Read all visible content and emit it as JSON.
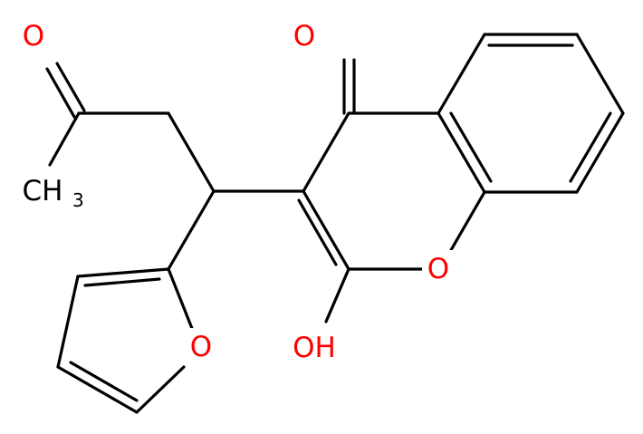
{
  "labels": {
    "ketone_o_top": "O",
    "chromone_o_carbonyl": "O",
    "ring_o": "O",
    "furan_o": "O",
    "hydroxyl": "OH",
    "methyl_c": "CH",
    "methyl_sub": "3"
  },
  "colors": {
    "bond": "#000000",
    "oxygen": "#ff0000",
    "carbon": "#000000"
  }
}
